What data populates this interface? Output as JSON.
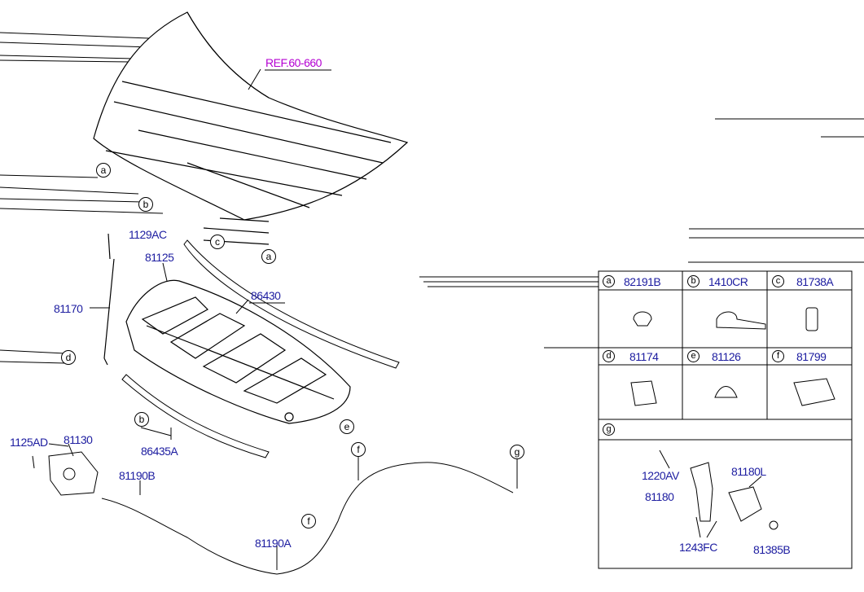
{
  "labels": {
    "ref": "REF.60-660",
    "p1129ac": "1129AC",
    "p81125": "81125",
    "p81170": "81170",
    "p86430": "86430",
    "p86435a": "86435A",
    "p1125ad": "1125AD",
    "p81130": "81130",
    "p81190b": "81190B",
    "p81190a": "81190A"
  },
  "callouts": {
    "a1": "a",
    "a2": "a",
    "b1": "b",
    "b2": "b",
    "c1": "c",
    "d1": "d",
    "e1": "e",
    "f1": "f",
    "f2": "f",
    "g1": "g"
  },
  "table": {
    "cells": [
      {
        "key": "a",
        "part": "82191B"
      },
      {
        "key": "b",
        "part": "1410CR"
      },
      {
        "key": "c",
        "part": "81738A"
      },
      {
        "key": "d",
        "part": "81174"
      },
      {
        "key": "e",
        "part": "81126"
      },
      {
        "key": "f",
        "part": "81799"
      }
    ],
    "g_key": "g",
    "g_parts": {
      "p1220av": "1220AV",
      "p81180l": "81180L",
      "p81180": "81180",
      "p1243fc": "1243FC",
      "p81385b": "81385B"
    }
  }
}
